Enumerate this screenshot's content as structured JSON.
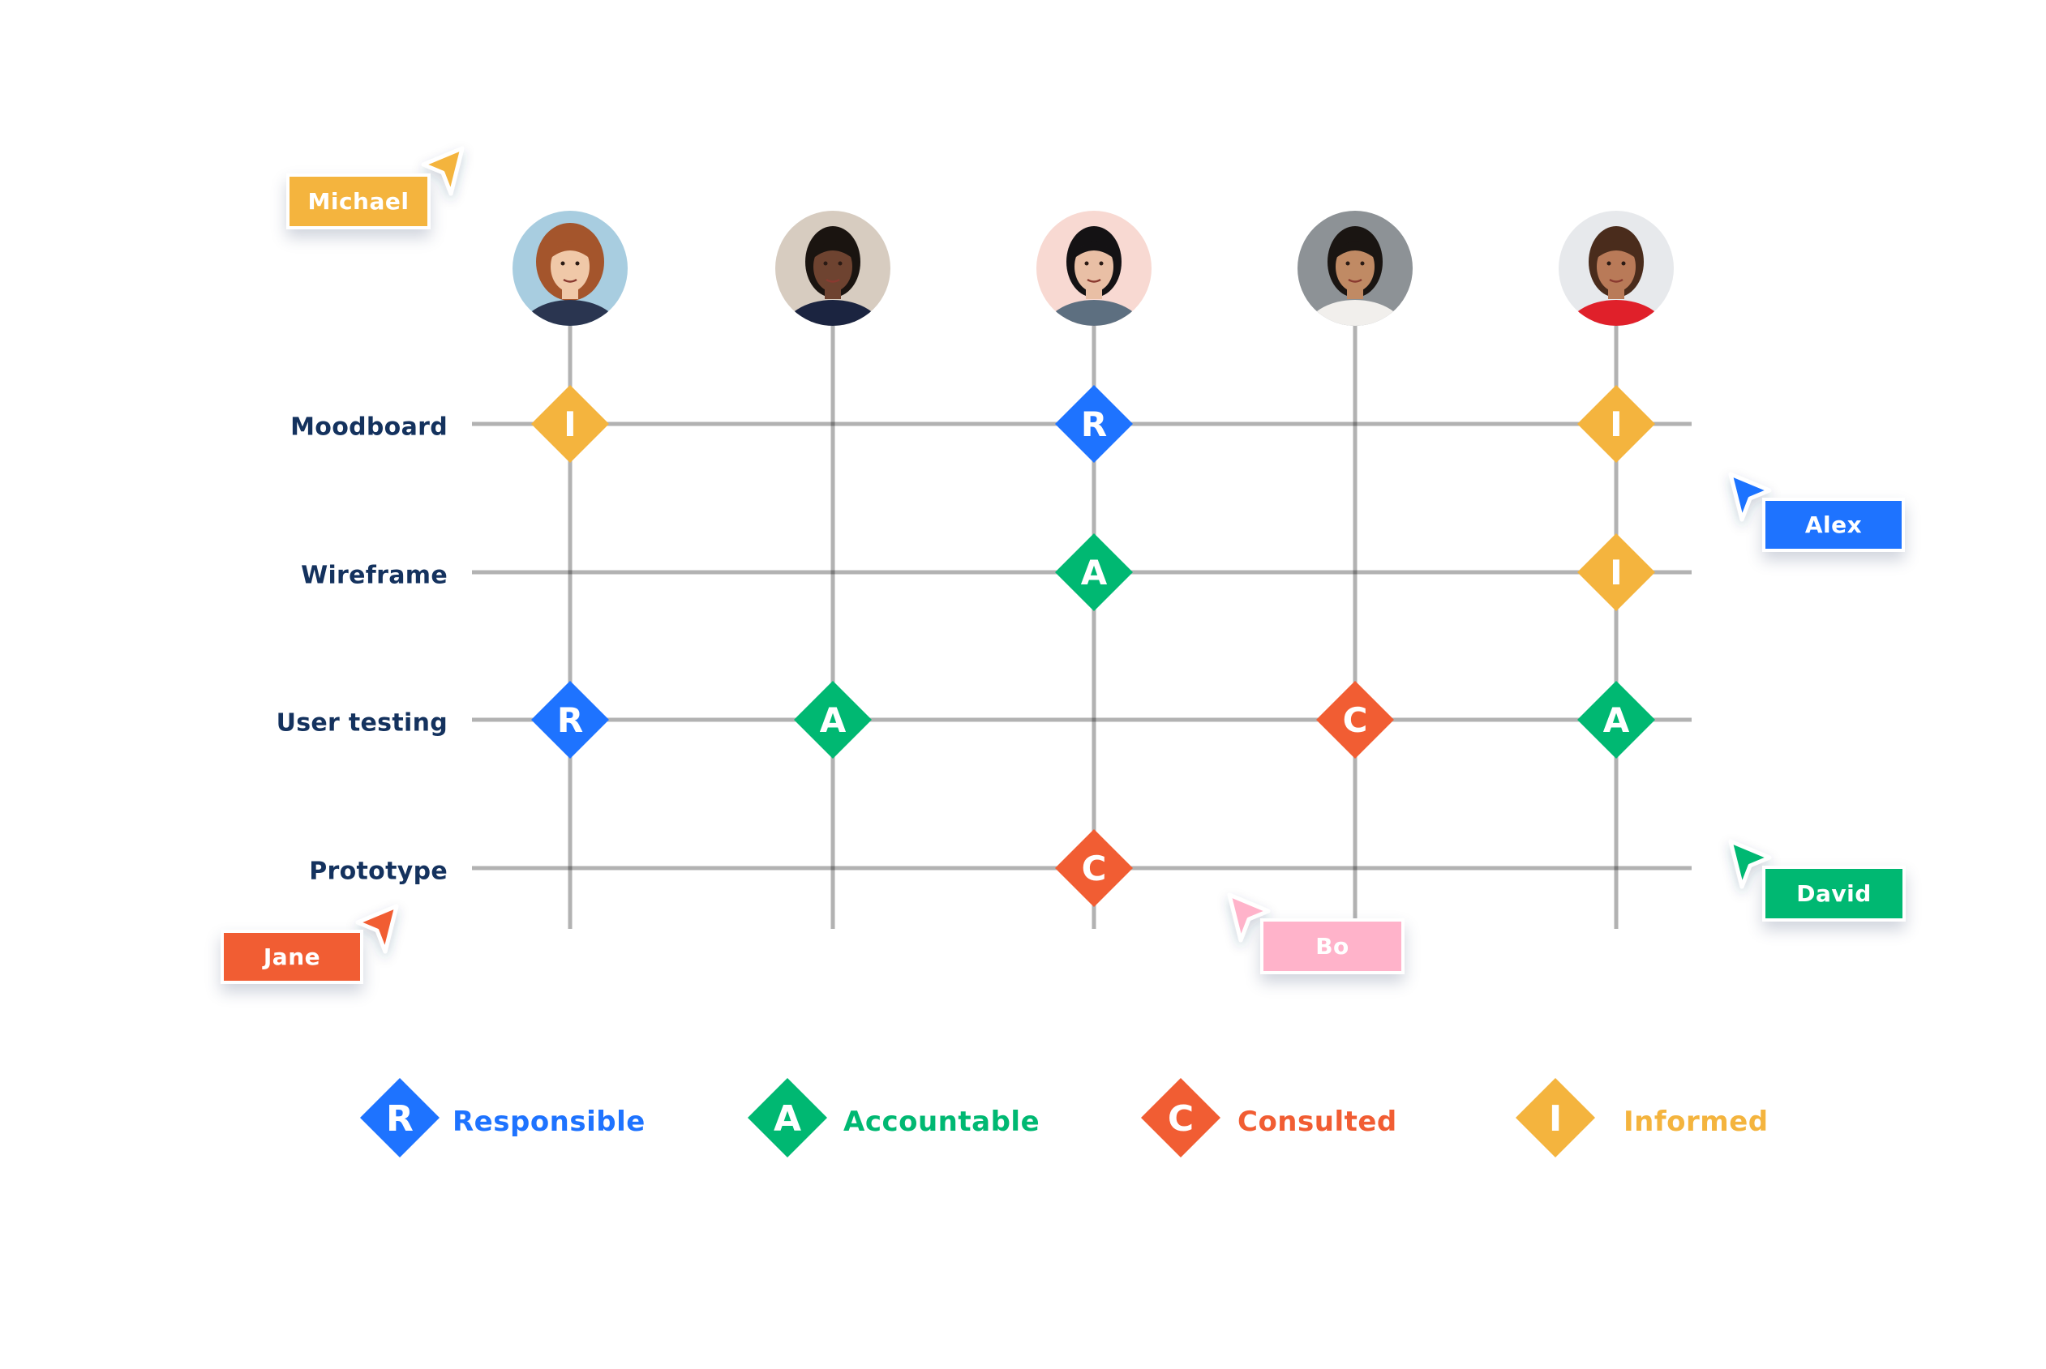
{
  "roles": [
    {
      "key": "R",
      "name": "Responsible",
      "color": "#1e73ff"
    },
    {
      "key": "A",
      "name": "Accountable",
      "color": "#00b872"
    },
    {
      "key": "C",
      "name": "Consulted",
      "color": "#f15d33"
    },
    {
      "key": "I",
      "name": "Informed",
      "color": "#f4b43e"
    }
  ],
  "tasks": [
    "Moodboard",
    "Wireframe",
    "User testing",
    "Prototype"
  ],
  "people": [
    {
      "avatar": "avatar-redhead-woman",
      "skin": "#f0c8a8",
      "hair": "#a4552c",
      "bg": "#a8cde0",
      "shirt": "#2a3550"
    },
    {
      "avatar": "avatar-man-twists",
      "skin": "#6e4330",
      "hair": "#1a1410",
      "bg": "#d7ccc0",
      "shirt": "#1b2440"
    },
    {
      "avatar": "avatar-woman-dark-hair",
      "skin": "#e9bfa5",
      "hair": "#141214",
      "bg": "#f8d9d2",
      "shirt": "#5d6f80"
    },
    {
      "avatar": "avatar-man-smiling",
      "skin": "#c08a64",
      "hair": "#1a1512",
      "bg": "#8d9296",
      "shirt": "#f1efec"
    },
    {
      "avatar": "avatar-woman-red-sweater",
      "skin": "#b97a58",
      "hair": "#4a2c1c",
      "bg": "#e7e9ec",
      "shirt": "#e0202a"
    }
  ],
  "matrix": [
    [
      "I",
      "",
      "R",
      "",
      "I"
    ],
    [
      "",
      "",
      "A",
      "",
      "I"
    ],
    [
      "R",
      "A",
      "",
      "C",
      "A"
    ],
    [
      "",
      "",
      "C",
      "",
      ""
    ]
  ],
  "cursors": [
    {
      "name": "Michael",
      "color": "#f4b43e",
      "pointing": "up-right"
    },
    {
      "name": "Alex",
      "color": "#1e73ff",
      "pointing": "up-left"
    },
    {
      "name": "Jane",
      "color": "#f15d33",
      "pointing": "up-right"
    },
    {
      "name": "Bo",
      "color": "#ffb3ca",
      "pointing": "up-left"
    },
    {
      "name": "David",
      "color": "#00b872",
      "pointing": "up-left"
    }
  ],
  "colors": {
    "grid": "#9a9a9a",
    "label": "#14325e"
  }
}
